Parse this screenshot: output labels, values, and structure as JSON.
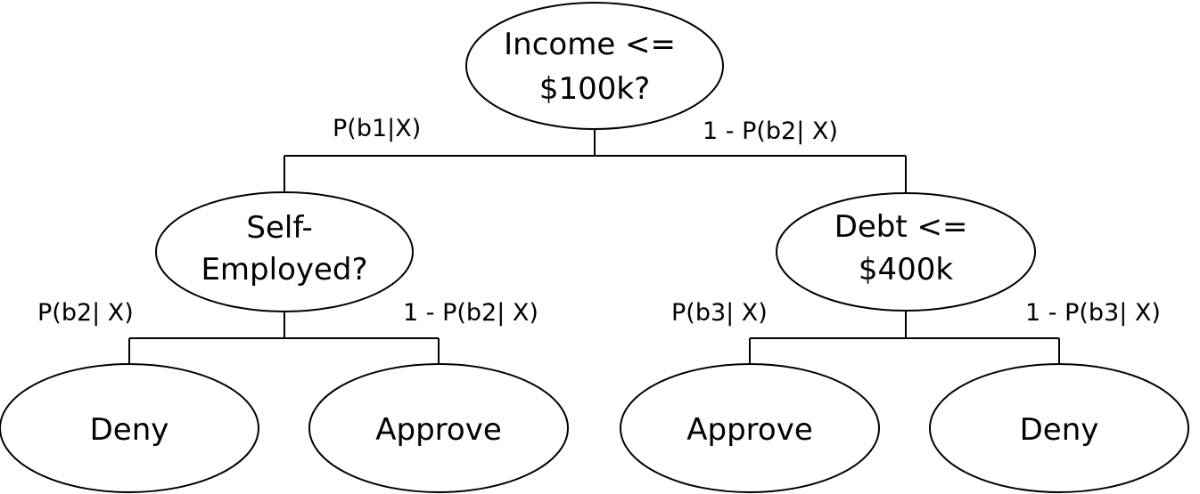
{
  "diagram": {
    "nodes": {
      "root": {
        "lines": [
          "Income <=",
          "$100k?"
        ]
      },
      "self_employed": {
        "lines": [
          "Self-",
          "Employed?"
        ]
      },
      "debt": {
        "lines": [
          "Debt <=",
          "$400k"
        ]
      },
      "leaf_1": {
        "lines": [
          "Deny"
        ]
      },
      "leaf_2": {
        "lines": [
          "Approve"
        ]
      },
      "leaf_3": {
        "lines": [
          "Approve"
        ]
      },
      "leaf_4": {
        "lines": [
          "Deny"
        ]
      }
    },
    "edges": {
      "root_left": "P(b1|X)",
      "root_right": "1 - P(b2| X)",
      "self_left": "P(b2| X)",
      "self_right": "1 - P(b2| X)",
      "debt_left": "P(b3| X)",
      "debt_right": "1 - P(b3| X)"
    }
  }
}
